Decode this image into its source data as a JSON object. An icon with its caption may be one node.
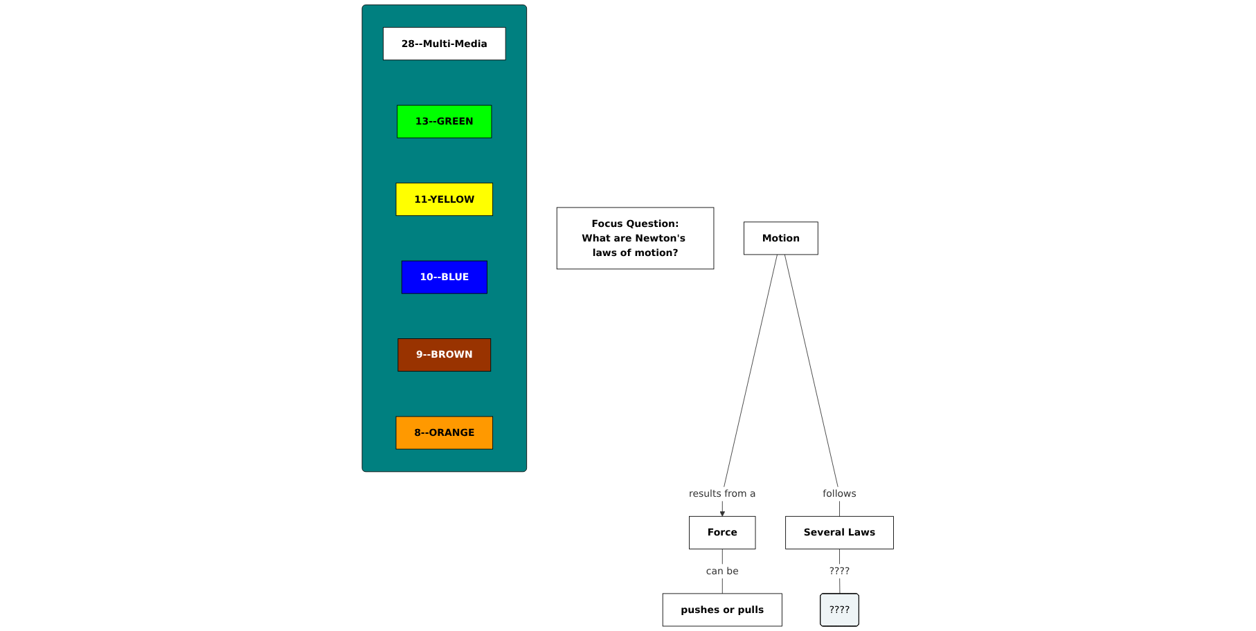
{
  "diagram": {
    "nodes": [
      {
        "text": [],
        "shape": "box"
      },
      {
        "text": [
          "28--Multi-Media"
        ],
        "in": 0
      },
      {
        "text": [
          "13--GREEN"
        ],
        "in": 0
      },
      {
        "text": [
          "11-YELLOW"
        ],
        "in": 0
      },
      {
        "text": [
          "10--BLUE"
        ],
        "in": 0
      },
      {
        "text": [
          "9--BROWN"
        ],
        "in": 0
      },
      {
        "text": [
          "8--ORANGE"
        ],
        "in": 0
      },
      {
        "text": [
          "Focus Question:",
          "What are Newton's laws of motion?"
        ]
      },
      {
        "text": [
          "Motion"
        ]
      },
      {
        "text": [
          "Force"
        ]
      },
      {
        "text": [
          "pushes or pulls"
        ]
      },
      {
        "text": [
          "Several Laws"
        ]
      },
      {
        "text": [
          "????"
        ]
      }
    ],
    "edges": [
      {
        "from": 8,
        "to": 9,
        "label": "results from a",
        "arrow": "to"
      },
      {
        "from": 9,
        "to": 10,
        "label": "can be",
        "arrow": "none"
      },
      {
        "from": 8,
        "to": 11,
        "label": "follows",
        "arrow": "none"
      },
      {
        "from": 11,
        "to": 12,
        "label": "????",
        "arrow": "none"
      }
    ]
  }
}
